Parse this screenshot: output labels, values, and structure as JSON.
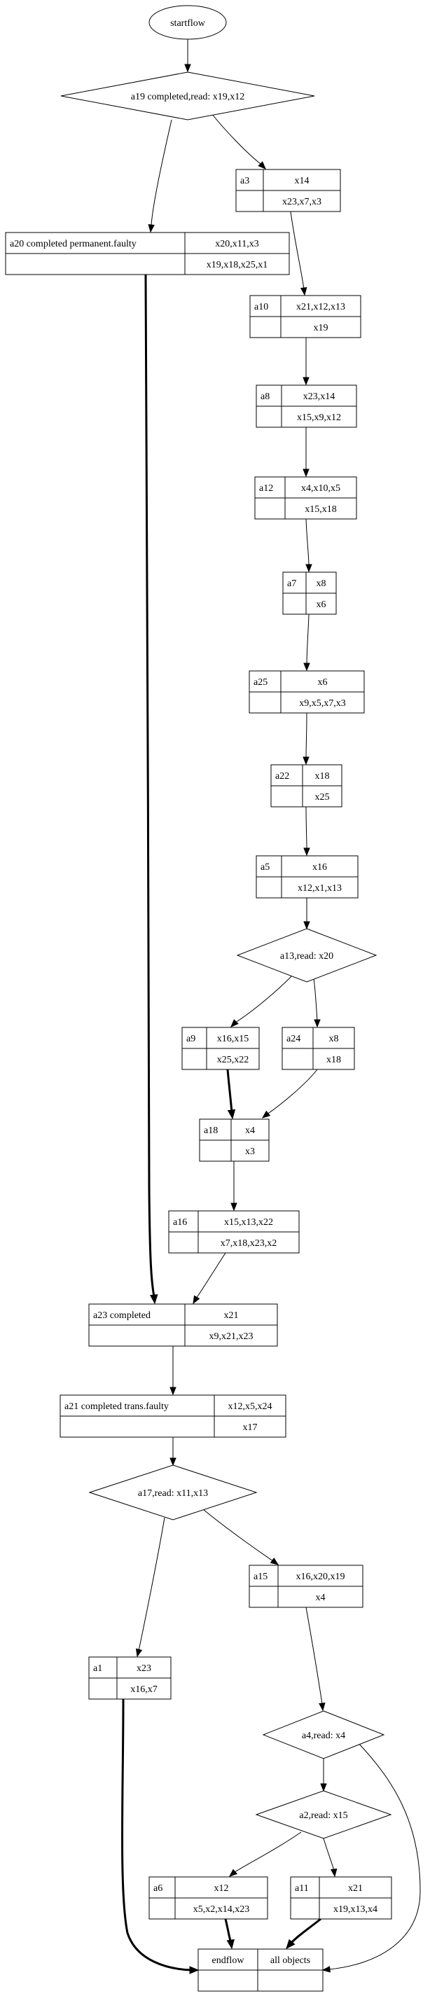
{
  "diagram": {
    "nodes": [
      {
        "id": "start",
        "kind": "ellipse",
        "label": "startflow"
      },
      {
        "id": "a19",
        "kind": "diamond",
        "label": "a19 completed,read: x19,x12"
      },
      {
        "id": "a3",
        "kind": "record",
        "name": "a3",
        "top": "x14",
        "bottom": "x23,x7,x3"
      },
      {
        "id": "a20",
        "kind": "record",
        "name": "a20 completed permanent.faulty",
        "top": "x20,x11,x3",
        "bottom": "x19,x18,x25,x1"
      },
      {
        "id": "a10",
        "kind": "record",
        "name": "a10",
        "top": "x21,x12,x13",
        "bottom": "x19"
      },
      {
        "id": "a8",
        "kind": "record",
        "name": "a8",
        "top": "x23,x14",
        "bottom": "x15,x9,x12"
      },
      {
        "id": "a12",
        "kind": "record",
        "name": "a12",
        "top": "x4,x10,x5",
        "bottom": "x15,x18"
      },
      {
        "id": "a7",
        "kind": "record",
        "name": "a7",
        "top": "x8",
        "bottom": "x6"
      },
      {
        "id": "a25",
        "kind": "record",
        "name": "a25",
        "top": "x6",
        "bottom": "x9,x5,x7,x3"
      },
      {
        "id": "a22",
        "kind": "record",
        "name": "a22",
        "top": "x18",
        "bottom": "x25"
      },
      {
        "id": "a5",
        "kind": "record",
        "name": "a5",
        "top": "x16",
        "bottom": "x12,x1,x13"
      },
      {
        "id": "a13",
        "kind": "diamond",
        "label": "a13,read: x20"
      },
      {
        "id": "a9",
        "kind": "record",
        "name": "a9",
        "top": "x16,x15",
        "bottom": "x25,x22"
      },
      {
        "id": "a24",
        "kind": "record",
        "name": "a24",
        "top": "x8",
        "bottom": "x18"
      },
      {
        "id": "a18",
        "kind": "record",
        "name": "a18",
        "top": "x4",
        "bottom": "x3"
      },
      {
        "id": "a16",
        "kind": "record",
        "name": "a16",
        "top": "x15,x13,x22",
        "bottom": "x7,x18,x23,x2"
      },
      {
        "id": "a23",
        "kind": "record",
        "name": "a23 completed",
        "top": "x21",
        "bottom": "x9,x21,x23"
      },
      {
        "id": "a21",
        "kind": "record",
        "name": "a21 completed trans.faulty",
        "top": "x12,x5,x24",
        "bottom": "x17"
      },
      {
        "id": "a17",
        "kind": "diamond",
        "label": "a17,read: x11,x13"
      },
      {
        "id": "a15",
        "kind": "record",
        "name": "a15",
        "top": "x16,x20,x19",
        "bottom": "x4"
      },
      {
        "id": "a1",
        "kind": "record",
        "name": "a1",
        "top": "x23",
        "bottom": "x16,x7"
      },
      {
        "id": "a4",
        "kind": "diamond",
        "label": "a4,read: x4"
      },
      {
        "id": "a2",
        "kind": "diamond",
        "label": "a2,read: x15"
      },
      {
        "id": "a6",
        "kind": "record",
        "name": "a6",
        "top": "x12",
        "bottom": "x5,x2,x14,x23"
      },
      {
        "id": "a11",
        "kind": "record",
        "name": "a11",
        "top": "x21",
        "bottom": "x19,x13,x4"
      },
      {
        "id": "end",
        "kind": "endrec",
        "left": "endflow",
        "right": "all objects"
      }
    ],
    "edges": [
      {
        "from": "start",
        "to": "a19",
        "bold": false
      },
      {
        "from": "a19",
        "to": "a3",
        "bold": false
      },
      {
        "from": "a19",
        "to": "a20",
        "bold": false
      },
      {
        "from": "a3",
        "to": "a10",
        "bold": false
      },
      {
        "from": "a10",
        "to": "a8",
        "bold": false
      },
      {
        "from": "a8",
        "to": "a12",
        "bold": false
      },
      {
        "from": "a12",
        "to": "a7",
        "bold": false
      },
      {
        "from": "a7",
        "to": "a25",
        "bold": false
      },
      {
        "from": "a25",
        "to": "a22",
        "bold": false
      },
      {
        "from": "a22",
        "to": "a5",
        "bold": false
      },
      {
        "from": "a5",
        "to": "a13",
        "bold": false
      },
      {
        "from": "a13",
        "to": "a9",
        "bold": false
      },
      {
        "from": "a13",
        "to": "a24",
        "bold": false
      },
      {
        "from": "a9",
        "to": "a18",
        "bold": true
      },
      {
        "from": "a24",
        "to": "a18",
        "bold": false
      },
      {
        "from": "a18",
        "to": "a16",
        "bold": false
      },
      {
        "from": "a16",
        "to": "a23",
        "bold": false
      },
      {
        "from": "a20",
        "to": "a23",
        "bold": true
      },
      {
        "from": "a23",
        "to": "a21",
        "bold": false
      },
      {
        "from": "a21",
        "to": "a17",
        "bold": false
      },
      {
        "from": "a17",
        "to": "a1",
        "bold": false
      },
      {
        "from": "a17",
        "to": "a15",
        "bold": false
      },
      {
        "from": "a15",
        "to": "a4",
        "bold": false
      },
      {
        "from": "a4",
        "to": "a2",
        "bold": false
      },
      {
        "from": "a4",
        "to": "end",
        "bold": false
      },
      {
        "from": "a2",
        "to": "a6",
        "bold": false
      },
      {
        "from": "a2",
        "to": "a11",
        "bold": false
      },
      {
        "from": "a1",
        "to": "end",
        "bold": true
      },
      {
        "from": "a6",
        "to": "end",
        "bold": true
      },
      {
        "from": "a11",
        "to": "end",
        "bold": true
      }
    ]
  }
}
